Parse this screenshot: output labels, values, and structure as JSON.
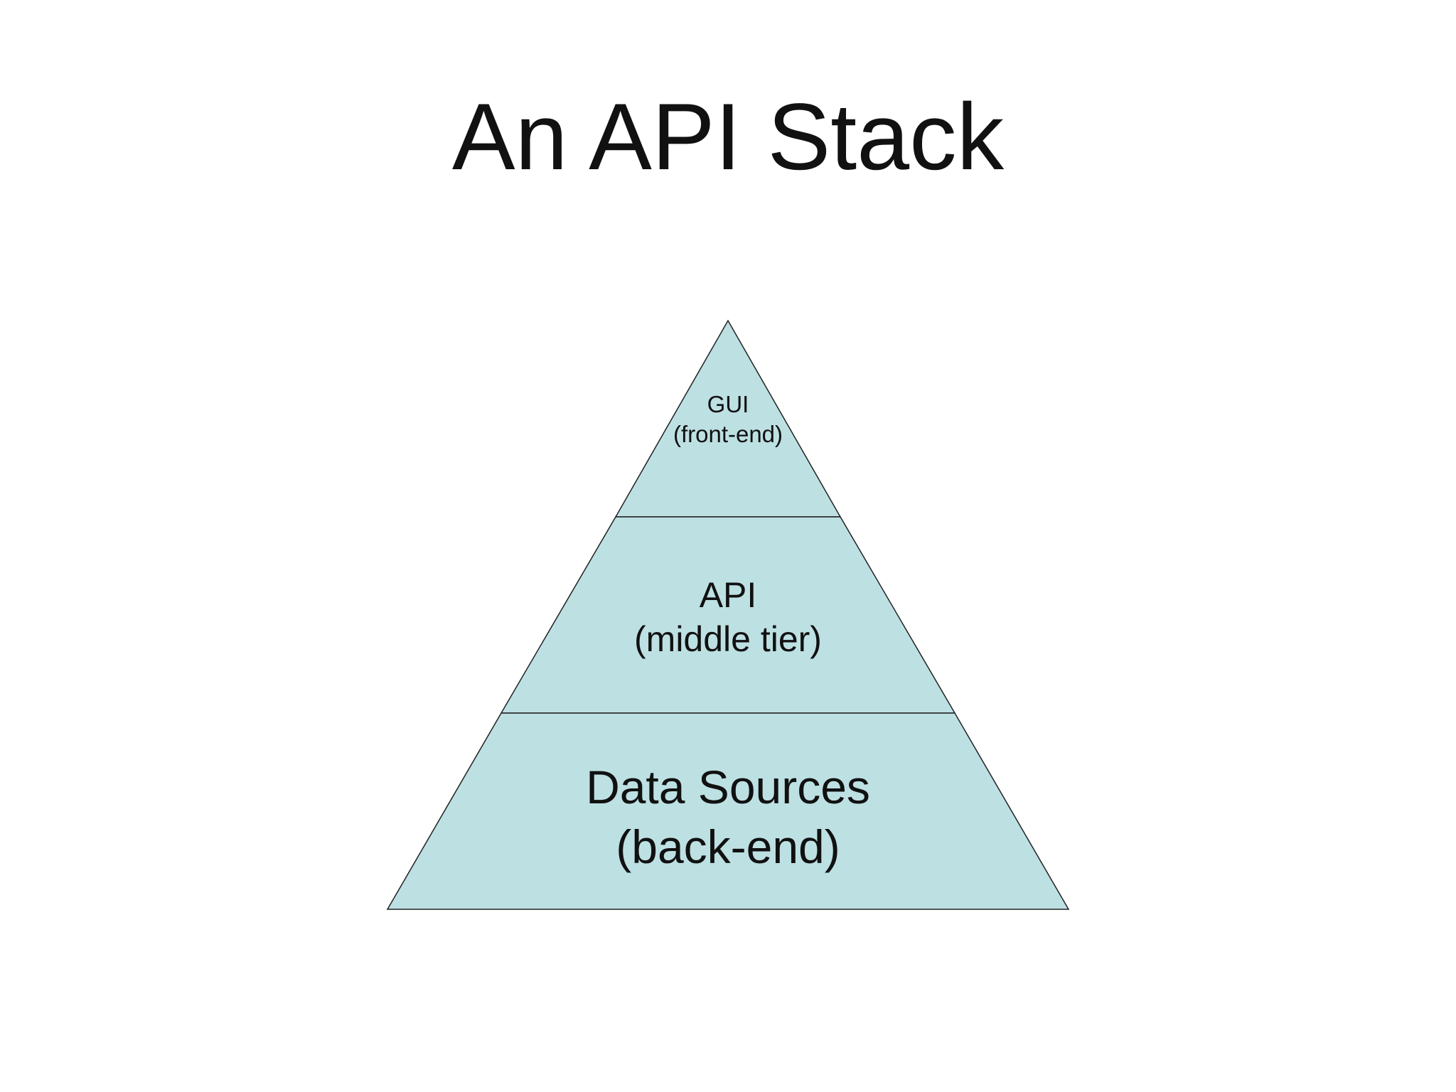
{
  "slide": {
    "title": "An API Stack"
  },
  "pyramid": {
    "fill_color": "#bde0e3",
    "stroke_color": "#222222",
    "tiers": [
      {
        "name": "GUI",
        "subtitle": "(front-end)"
      },
      {
        "name": "API",
        "subtitle": "(middle tier)"
      },
      {
        "name": "Data Sources",
        "subtitle": "(back-end)"
      }
    ]
  }
}
